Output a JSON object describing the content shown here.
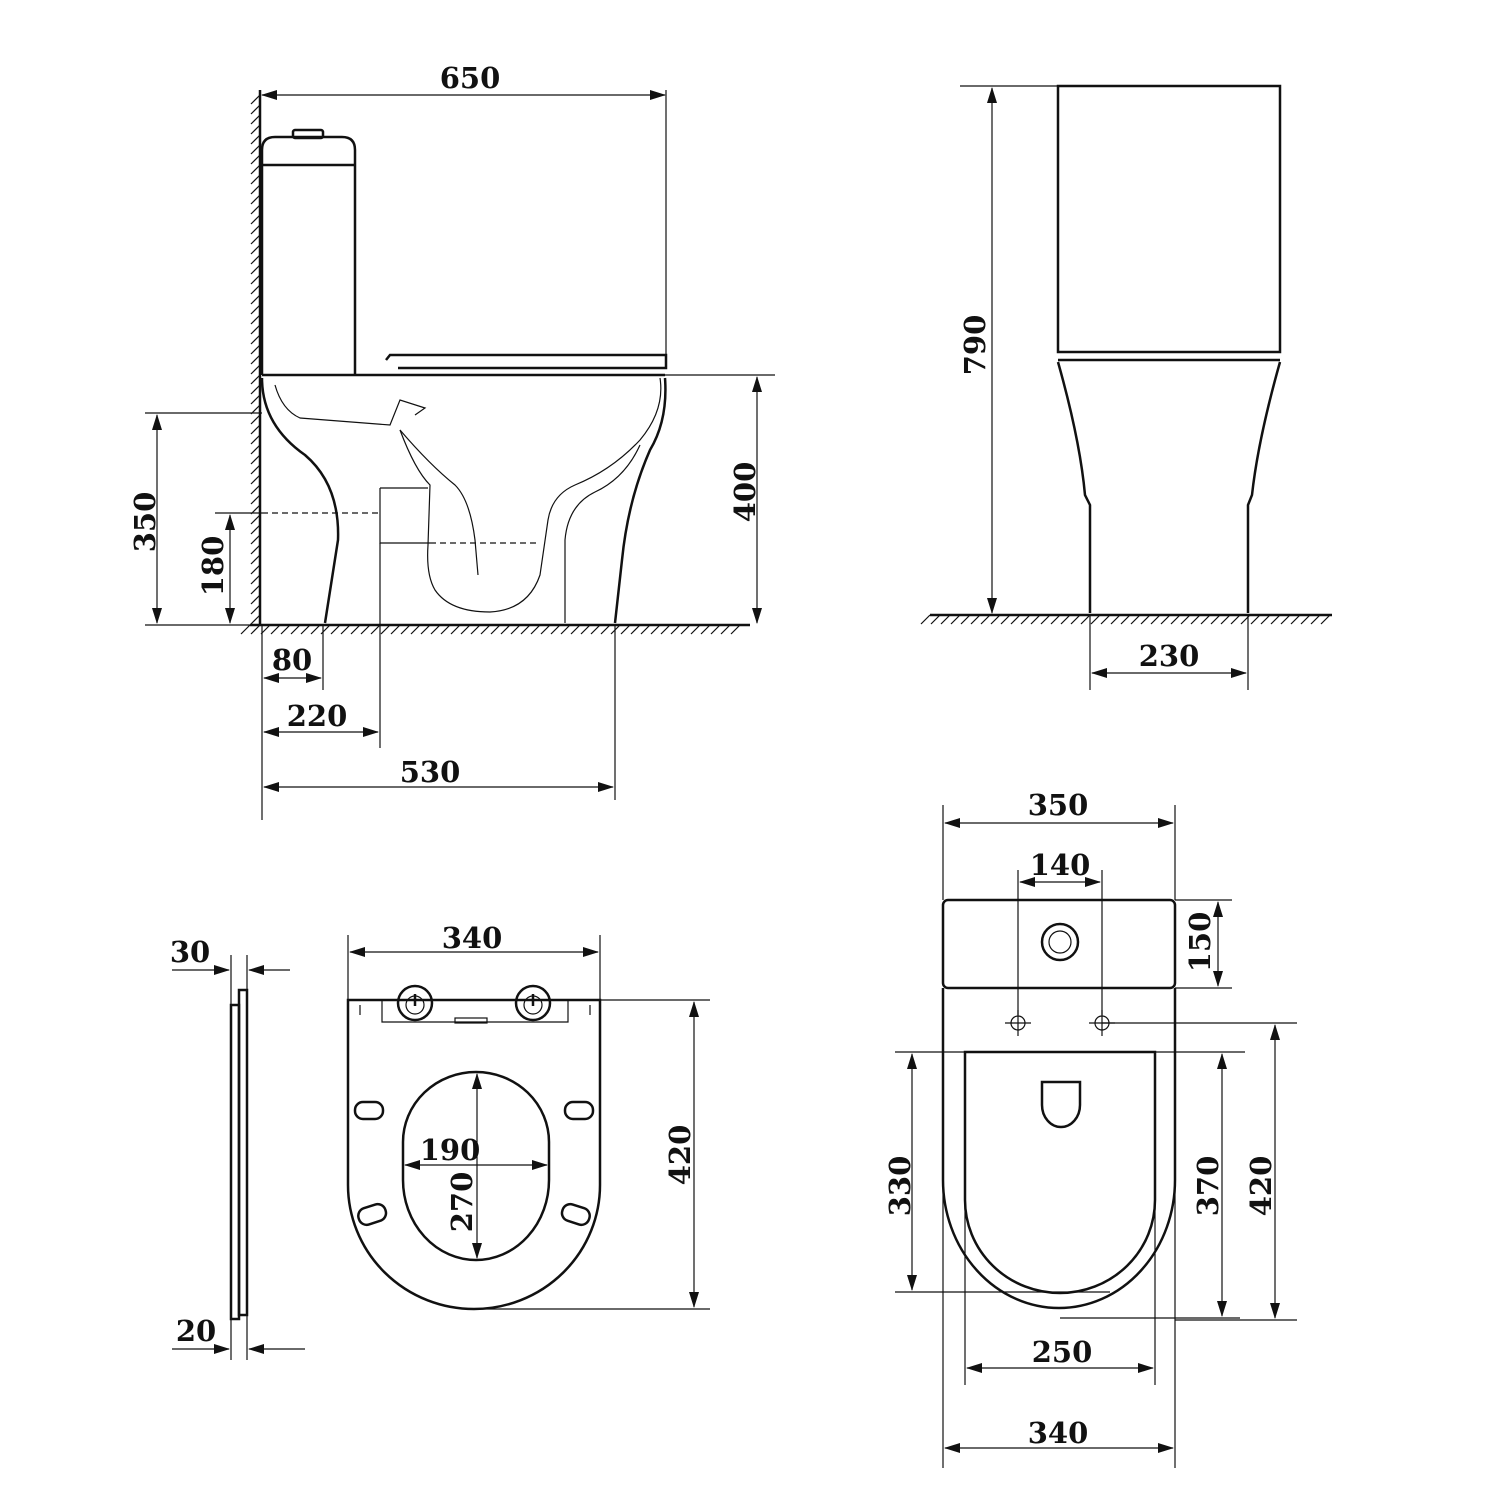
{
  "side_view": {
    "overall_depth": "650",
    "mounting_height": "350",
    "outlet_height": "180",
    "seat_height": "400",
    "foot_from_wall": "80",
    "outlet_from_wall": "220",
    "base_depth": "530"
  },
  "front_view": {
    "total_height": "790",
    "base_width": "230"
  },
  "seat_profile": {
    "top_thickness": "30",
    "bottom_thickness": "20"
  },
  "seat_plan": {
    "width": "340",
    "opening_width": "190",
    "opening_length": "270",
    "length": "420"
  },
  "top_view": {
    "tank_width": "350",
    "hole_spacing": "140",
    "tank_depth": "150",
    "bowl_length_330": "330",
    "bowl_length_370": "370",
    "bowl_length_420": "420",
    "bowl_inner_width": "250",
    "bowl_width": "340"
  }
}
